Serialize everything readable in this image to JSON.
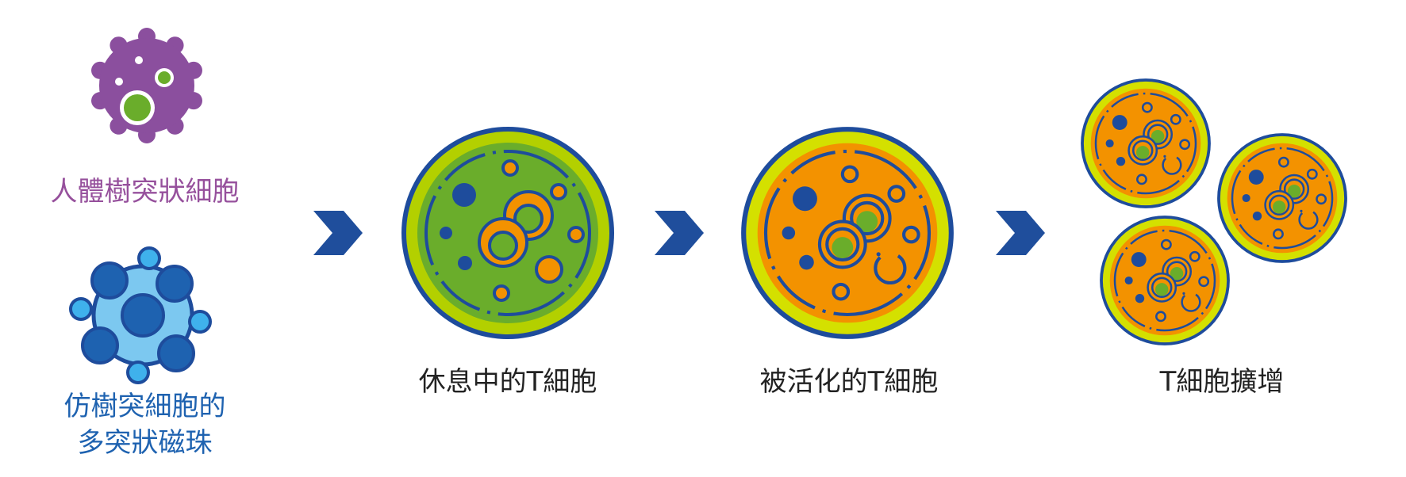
{
  "labels": {
    "dendritic_cell": "人體樹突狀細胞",
    "bead_line1": "仿樹突細胞的",
    "bead_line2": "多突狀磁珠",
    "resting": "休息中的T細胞",
    "activated": "被活化的T細胞",
    "expansion": "T細胞擴增"
  },
  "colors": {
    "dendritic_purple": "#8b4f9e",
    "green": "#6aad2b",
    "orange": "#f39200",
    "yellow_ring": "#d4e000",
    "navy": "#1e4c9c",
    "bead_light": "#7cc8f0",
    "bead_dark": "#1e62b0",
    "arrow": "#1f4e9c"
  }
}
